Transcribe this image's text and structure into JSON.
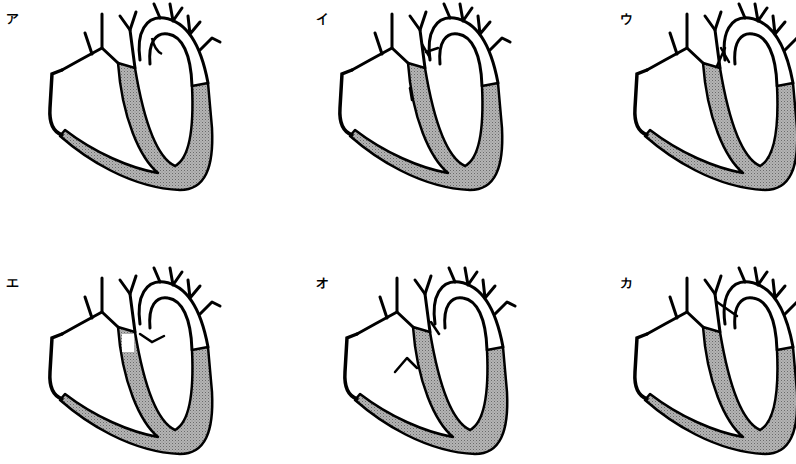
{
  "diagram": {
    "labels": [
      "ア",
      "イ",
      "ウ",
      "エ",
      "オ",
      "カ"
    ]
  }
}
